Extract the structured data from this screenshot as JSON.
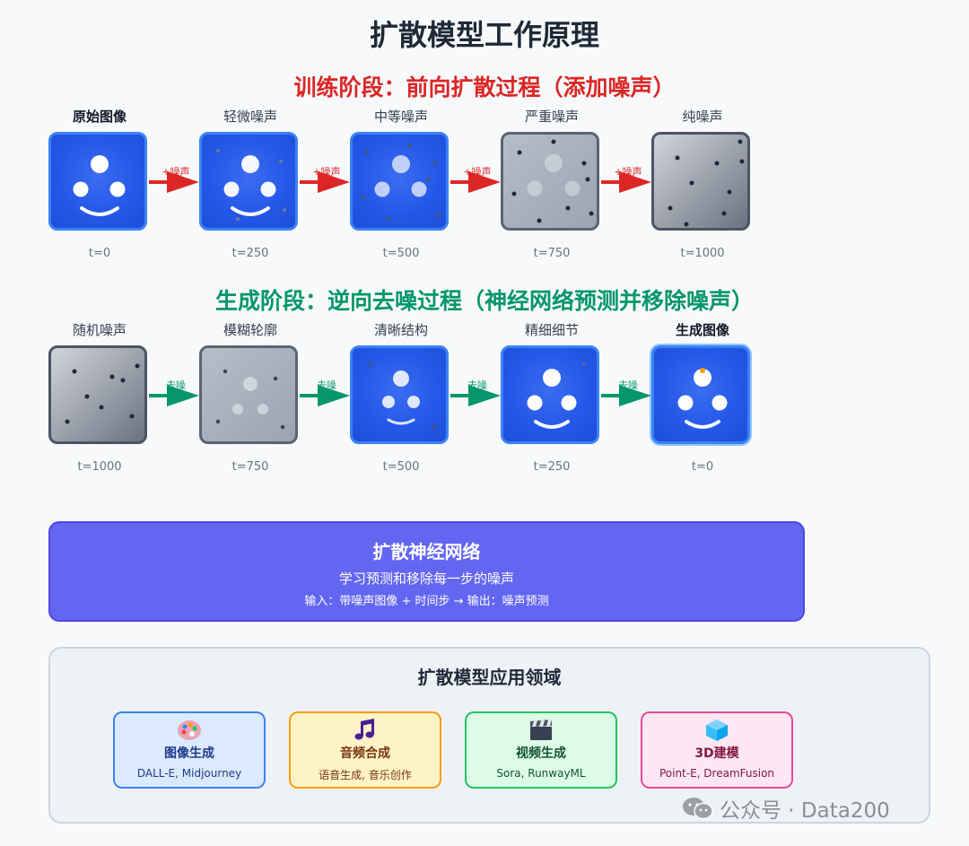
{
  "title": "扩散模型工作原理",
  "training": {
    "title": "训练阶段：前向扩散过程（添加噪声）",
    "arrow_label": "+噪声",
    "stages": [
      {
        "label": "原始图像",
        "t": "t=0"
      },
      {
        "label": "轻微噪声",
        "t": "t=250"
      },
      {
        "label": "中等噪声",
        "t": "t=500"
      },
      {
        "label": "严重噪声",
        "t": "t=750"
      },
      {
        "label": "纯噪声",
        "t": "t=1000"
      }
    ]
  },
  "generation": {
    "title": "生成阶段：逆向去噪过程（神经网络预测并移除噪声）",
    "arrow_label": "去噪",
    "stages": [
      {
        "label": "随机噪声",
        "t": "t=1000"
      },
      {
        "label": "模糊轮廓",
        "t": "t=750"
      },
      {
        "label": "清晰结构",
        "t": "t=500"
      },
      {
        "label": "精细细节",
        "t": "t=250"
      },
      {
        "label": "生成图像",
        "t": "t=0"
      }
    ]
  },
  "network": {
    "title": "扩散神经网络",
    "subtitle": "学习预测和移除每一步的噪声",
    "io": "输入：带噪声图像 + 时间步 → 输出：噪声预测"
  },
  "applications": {
    "title": "扩散模型应用领域",
    "items": [
      {
        "icon": "palette-icon",
        "title": "图像生成",
        "desc": "DALL-E, Midjourney",
        "bg": "#dbeafe",
        "border": "#3b82f6",
        "color": "#1e3a8a"
      },
      {
        "icon": "music-note-icon",
        "title": "音频合成",
        "desc": "语音生成, 音乐创作",
        "bg": "#fef3c7",
        "border": "#f59e0b",
        "color": "#78350f"
      },
      {
        "icon": "clapperboard-icon",
        "title": "视频生成",
        "desc": "Sora, RunwayML",
        "bg": "#dcfce7",
        "border": "#22c55e",
        "color": "#14532d"
      },
      {
        "icon": "cube-icon",
        "title": "3D建模",
        "desc": "Point-E, DreamFusion",
        "bg": "#fce7f3",
        "border": "#ec4899",
        "color": "#831843"
      }
    ]
  },
  "watermark": "公众号 · Data200",
  "colors": {
    "training": "#dc2626",
    "generation": "#059669",
    "network": "#6366f1"
  }
}
